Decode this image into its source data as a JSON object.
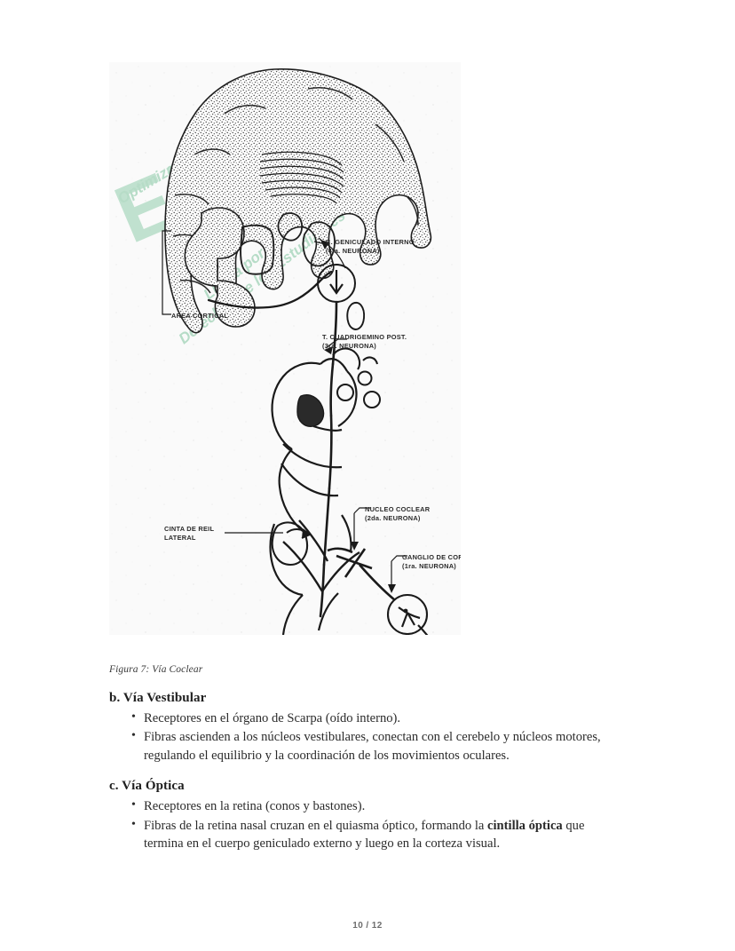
{
  "page": {
    "footer": "10 / 12",
    "background_color": "#ffffff",
    "text_color": "#2b2b2b"
  },
  "figure": {
    "caption": "Figura 7: Vía Coclear",
    "background_color": "#fafafa",
    "watermark": {
      "brand": "ELDE",
      "color": "#9ed3b5",
      "line_top": "Optimizado y compartido por",
      "line_bottom": "Lucha por los Derechos de los Estudiantes"
    },
    "labels": [
      {
        "line1": "C. GENICULADO INTERNO",
        "line2": "(4ta. NEURONA)"
      },
      {
        "line1": "AREA CORTICAL",
        "line2": ""
      },
      {
        "line1": "T. CUADRIGEMINO POST.",
        "line2": "(3ra. NEURONA)"
      },
      {
        "line1": "CINTA DE REIL",
        "line2": "LATERAL"
      },
      {
        "line1": "NUCLEO COCLEAR",
        "line2": "(2da. NEURONA)"
      },
      {
        "line1": "GANGLIO DE CORTI",
        "line2": "(1ra. NEURONA)"
      }
    ]
  },
  "sections": [
    {
      "heading": "b. Vía Vestibular",
      "bullets": [
        {
          "text": "Receptores en el órgano de Scarpa (oído interno).",
          "bold": "",
          "tail": ""
        },
        {
          "text": "Fibras ascienden a los núcleos vestibulares, conectan con el cerebelo y núcleos motores, regulando el equilibrio y la coordinación de los movimientos oculares.",
          "bold": "",
          "tail": ""
        }
      ]
    },
    {
      "heading": "c. Vía Óptica",
      "bullets": [
        {
          "text": "Receptores en la retina (conos y bastones).",
          "bold": "",
          "tail": ""
        },
        {
          "text": "Fibras de la retina nasal cruzan en el quiasma óptico, formando la ",
          "bold": "cintilla óptica",
          "tail": " que termina en el cuerpo geniculado externo y luego en la corteza visual."
        }
      ]
    }
  ]
}
